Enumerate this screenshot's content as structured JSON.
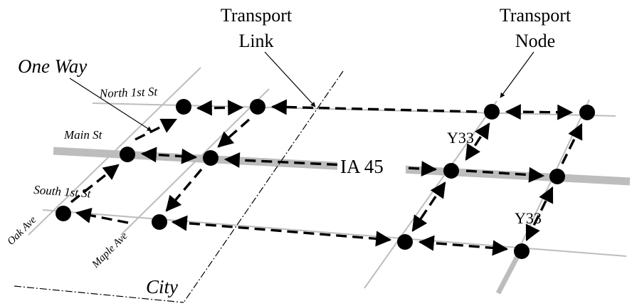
{
  "labels": {
    "transport_link": [
      "Transport",
      "Link"
    ],
    "transport_node": [
      "Transport",
      "Node"
    ],
    "one_way": "One Way",
    "north_1st_st": "North 1st St",
    "main_st": "Main St",
    "south_1st_st": "South 1st St",
    "oak_ave": "Oak Ave",
    "maple_ave": "Maple Ave",
    "ia_45": "IA 45",
    "y33_upper": "Y33",
    "y33_lower": "Y33",
    "city": "City"
  },
  "colors": {
    "background": "#ffffff",
    "link": "#000000",
    "node": "#000000",
    "road": "#bdbdbd",
    "highway": "#bdbdbd"
  },
  "nodes": [
    "n1",
    "n2",
    "n3",
    "n4",
    "n5",
    "n6",
    "n7",
    "n8",
    "n9",
    "n10",
    "n11",
    "n12"
  ]
}
